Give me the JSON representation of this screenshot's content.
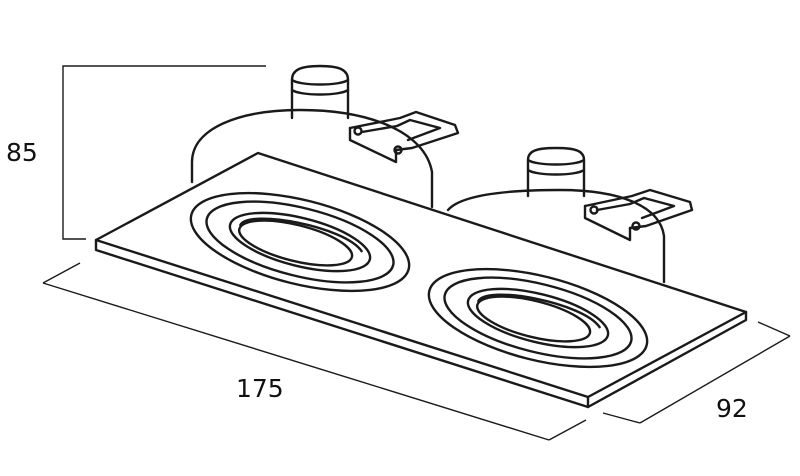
{
  "dimensions": {
    "height": "85",
    "length": "175",
    "width": "92"
  },
  "colors": {
    "line": "#1a1a1a",
    "background": "#ffffff"
  }
}
